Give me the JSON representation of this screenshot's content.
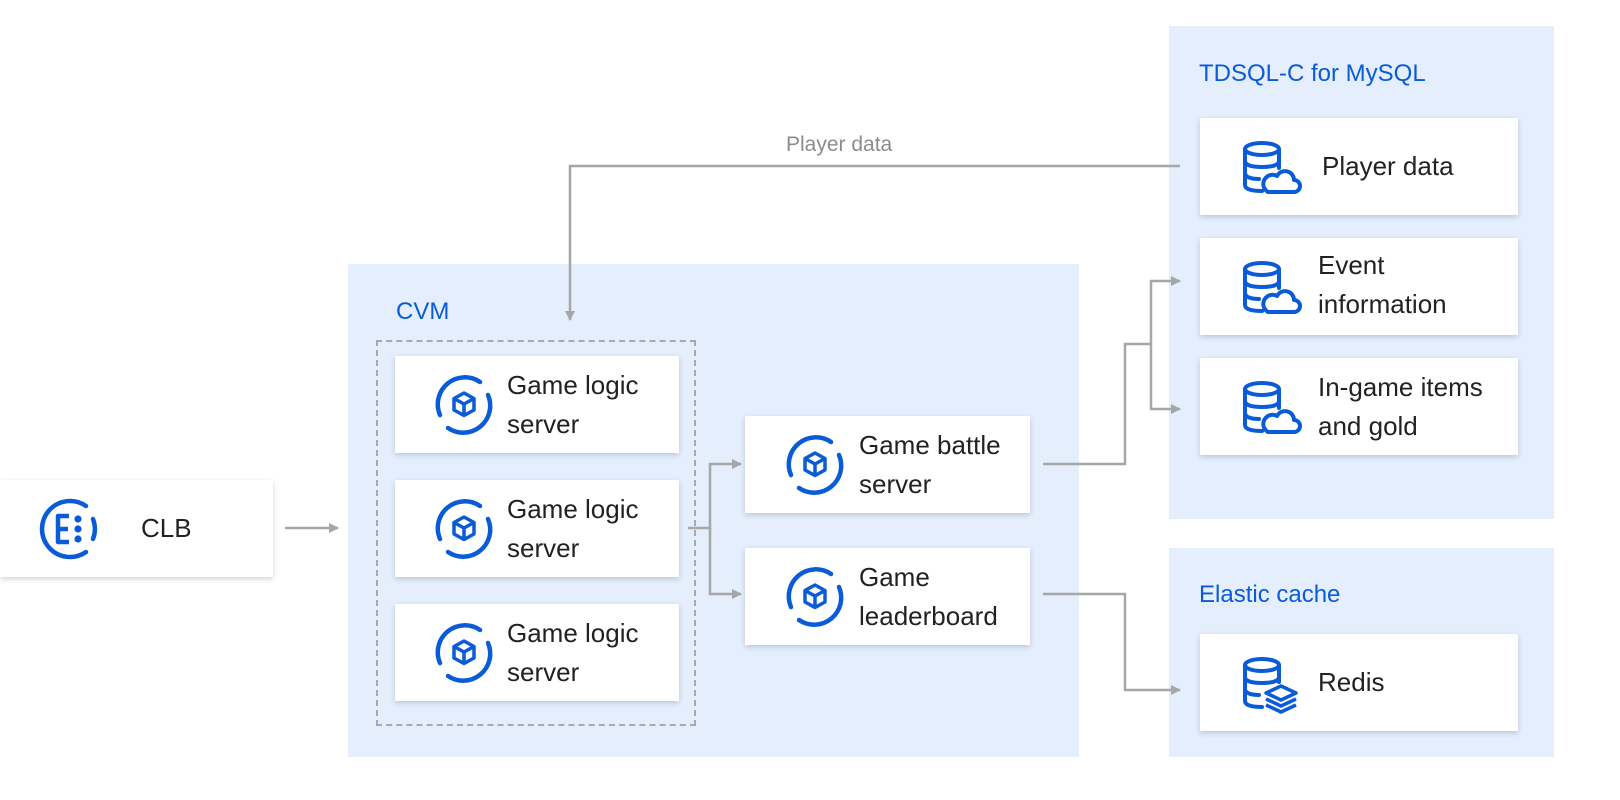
{
  "colors": {
    "accent": "#0a5bd8",
    "group_bg": "#e4eefc",
    "connector": "#a6a6a6",
    "text": "#222222"
  },
  "clb": {
    "label": "CLB",
    "icon": "load-balancer-icon"
  },
  "cvm": {
    "title": "CVM",
    "logic_servers": [
      {
        "line1": "Game logic",
        "line2": "server",
        "icon": "server-cube-icon"
      },
      {
        "line1": "Game logic",
        "line2": "server",
        "icon": "server-cube-icon"
      },
      {
        "line1": "Game logic",
        "line2": "server",
        "icon": "server-cube-icon"
      }
    ],
    "battle_server": {
      "line1": "Game battle",
      "line2": "server",
      "icon": "server-cube-icon"
    },
    "leaderboard": {
      "line1": "Game",
      "line2": "leaderboard",
      "icon": "server-cube-icon"
    }
  },
  "tdsql": {
    "title": "TDSQL-C for MySQL",
    "items": [
      {
        "line1": "Player data",
        "icon": "cloud-database-icon"
      },
      {
        "line1": "Event",
        "line2": "information",
        "icon": "cloud-database-icon"
      },
      {
        "line1": "In-game items",
        "line2": "and gold",
        "icon": "cloud-database-icon"
      }
    ]
  },
  "cache": {
    "title": "Elastic cache",
    "items": [
      {
        "line1": "Redis",
        "icon": "layered-database-icon"
      }
    ]
  },
  "edges": {
    "player_data_label": "Player data"
  }
}
